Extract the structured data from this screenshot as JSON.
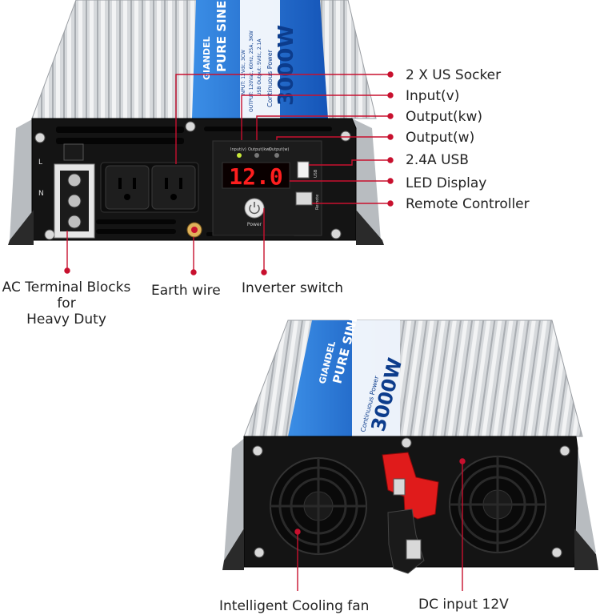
{
  "labels": {
    "us_socket": "2 X US Socker",
    "input_v": "Input(v)",
    "output_kw": "Output(kw)",
    "output_w": "Output(w)",
    "usb": "2.4A USB",
    "led_display": "LED Display",
    "remote": "Remote Controller",
    "ac_terminal_1": "AC Terminal Blocks",
    "ac_terminal_2": "for",
    "ac_terminal_3": "Heavy Duty",
    "earth_wire": "Earth wire",
    "inverter_switch": "Inverter switch",
    "cooling_fan": "Intelligent  Cooling fan",
    "dc_input": "DC  input 12V"
  },
  "panel": {
    "led_value": "12.0",
    "brand": "GIANDEL",
    "model": "3000W",
    "series": "PURE SINE",
    "continuous": "Continuous Power",
    "spec_1": "INPUT: 12Vdc, 3CW",
    "spec_2": "OUTPUT: 120Vac, 60Hz, 25A, 3KW",
    "spec_3": "USB Output: 5Vdc, 2.1A",
    "ind_input": "Input(v)",
    "ind_output_kw": "Output(kw)",
    "ind_output_w": "Output(w)",
    "usb_text": "USB",
    "remote_text": "Remote",
    "power_text": "Power",
    "terminal_l": "L",
    "terminal_n": "N"
  },
  "colors": {
    "accent_red": "#c8102e",
    "led_red": "#ff1e1e",
    "label_blue": "#1d6fd1",
    "case_silver": "#c9ccd0",
    "panel_black": "#141414"
  }
}
